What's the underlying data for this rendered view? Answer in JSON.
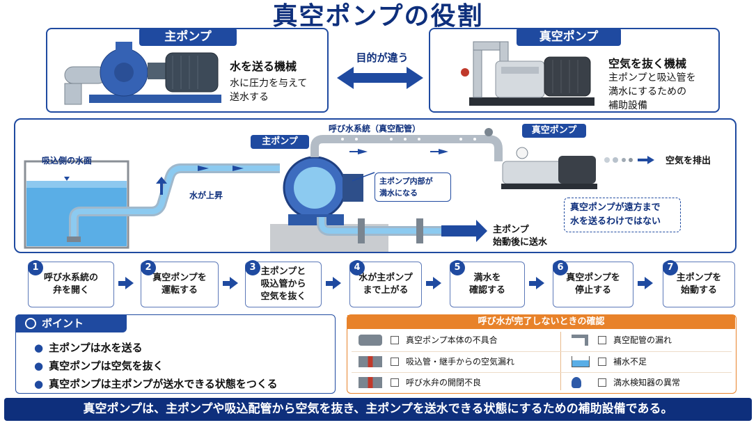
{
  "title": "真空ポンプの役割",
  "top": {
    "main_pump": {
      "tab": "主ポンプ",
      "heading": "水を送る機械",
      "desc1": "水に圧力を与えて",
      "desc2": "送水する"
    },
    "center_label": "目的が違う",
    "vacuum_pump": {
      "tab": "真空ポンプ",
      "heading": "空気を抜く機械",
      "desc1": "主ポンプと吸込管を",
      "desc2": "満水にするための",
      "desc3": "補助設備"
    }
  },
  "diagram": {
    "water_surface": "吸込側の水面",
    "water_rising": "水が上昇",
    "main_pump_tag": "主ポンプ",
    "priming_line": "呼び水系統（真空配管）",
    "vacuum_pump_tag": "真空ポンプ",
    "air_exhaust": "空気を排出",
    "callout_fill1": "主ポンプ内部が",
    "callout_fill2": "満水になる",
    "callout_note1": "真空ポンプが遠方まで",
    "callout_note2": "水を送るわけではない",
    "after_start1": "主ポンプ",
    "after_start2": "始動後に送水"
  },
  "steps": [
    {
      "num": "1",
      "line1": "呼び水系統の",
      "line2": "弁を開く",
      "line3": ""
    },
    {
      "num": "2",
      "line1": "真空ポンプを",
      "line2": "運転する",
      "line3": ""
    },
    {
      "num": "3",
      "line1": "主ポンプと",
      "line2": "吸込管から",
      "line3": "空気を抜く"
    },
    {
      "num": "4",
      "line1": "水が主ポンプ",
      "line2": "まで上がる",
      "line3": ""
    },
    {
      "num": "5",
      "line1": "満水を",
      "line2": "確認する",
      "line3": ""
    },
    {
      "num": "6",
      "line1": "真空ポンプを",
      "line2": "停止する",
      "line3": ""
    },
    {
      "num": "7",
      "line1": "主ポンプを",
      "line2": "始動する",
      "line3": ""
    }
  ],
  "points": {
    "tab": "ポイント",
    "items": [
      "主ポンプは水を送る",
      "真空ポンプは空気を抜く",
      "真空ポンプは主ポンプが送水できる状態をつくる"
    ]
  },
  "checks": {
    "header": "呼び水が完了しないときの確認",
    "items": [
      "真空ポンプ本体の不具合",
      "真空配管の漏れ",
      "吸込管・継手からの空気漏れ",
      "補水不足",
      "呼び水弁の開閉不良",
      "満水検知器の異常"
    ]
  },
  "footer": "真空ポンプは、主ポンプや吸込配管から空気を抜き、主ポンプを送水できる状態にするための補助設備である。",
  "colors": {
    "navy": "#0e2f7c",
    "blue": "#1f4aa0",
    "orange": "#e8822a",
    "water": "#4fa3e0"
  }
}
